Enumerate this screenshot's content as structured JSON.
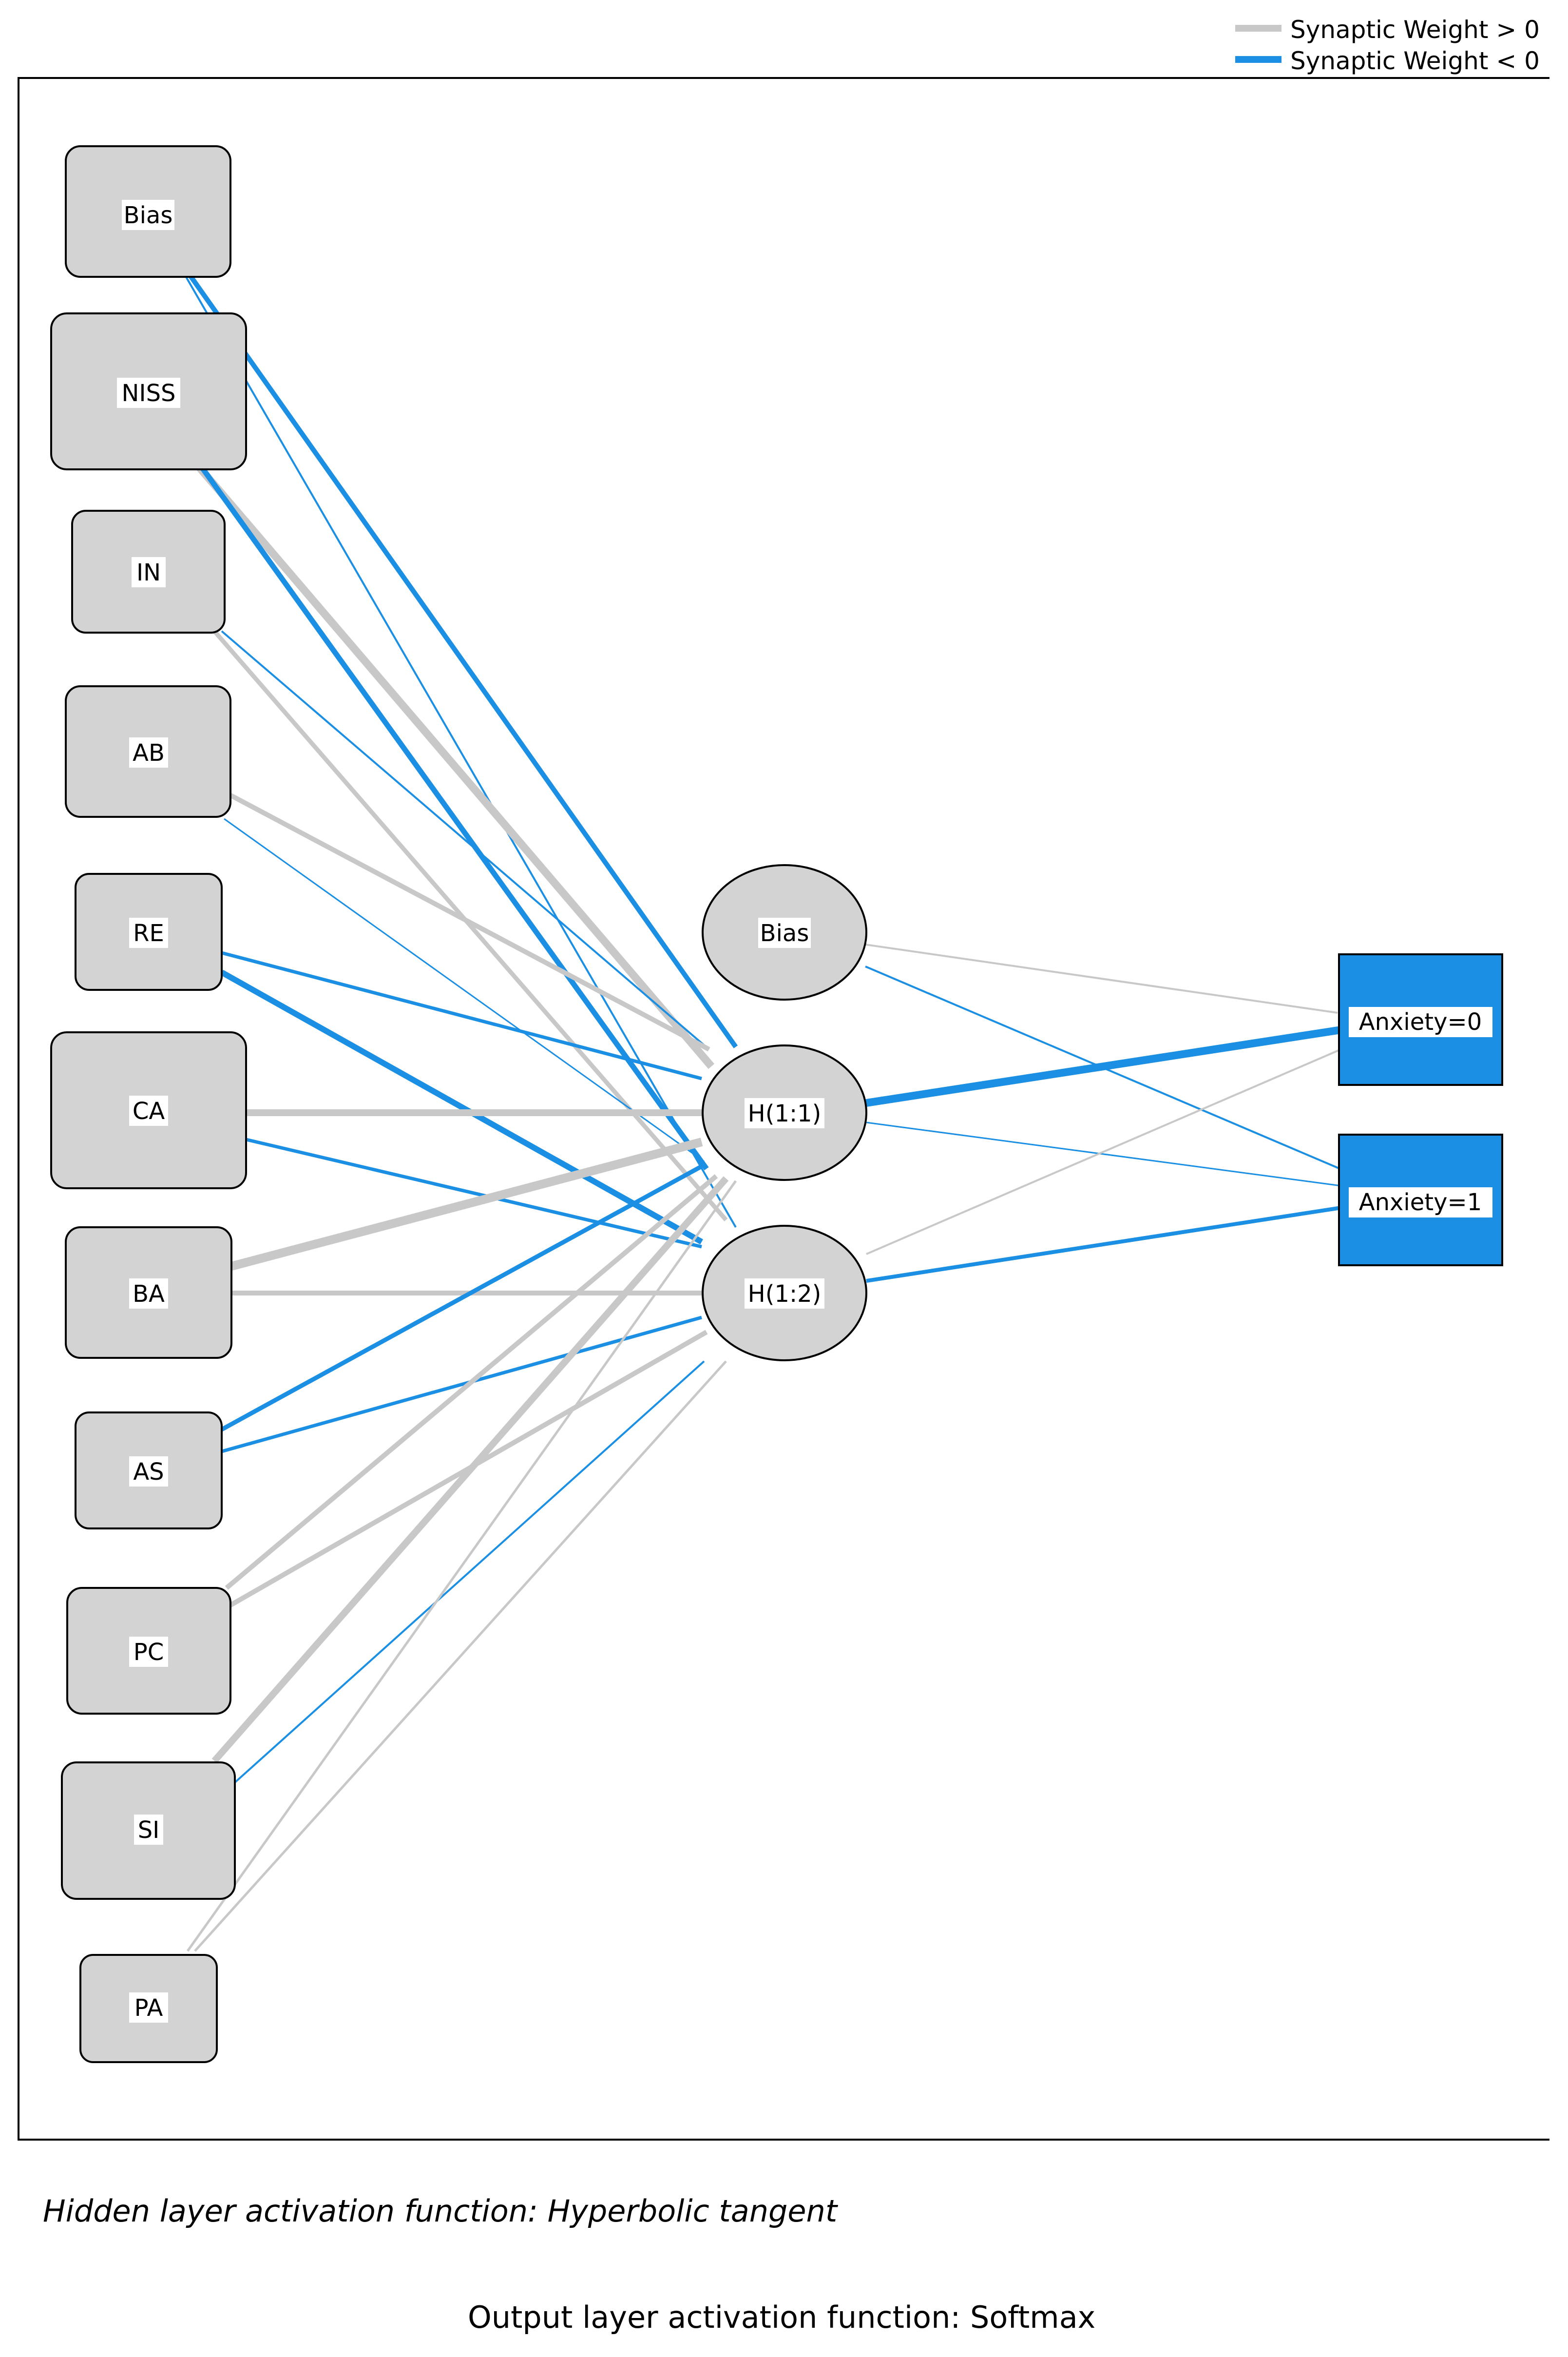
{
  "legend": {
    "positive_label": "Synaptic Weight > 0",
    "negative_label": "Synaptic Weight < 0",
    "positive_color": "#c8c8c8",
    "negative_color": "#1a8fe3"
  },
  "nodes": {
    "input": [
      "Bias",
      "NISS",
      "IN",
      "AB",
      "RE",
      "CA",
      "BA",
      "AS",
      "PC",
      "SI",
      "PA"
    ],
    "hidden": [
      "Bias",
      "H(1:1)",
      "H(1:2)"
    ],
    "output": [
      "Anxiety=0",
      "Anxiety=1"
    ]
  },
  "footer": {
    "hidden_activation": "Hidden layer activation function: Hyperbolic tangent",
    "output_activation": "Output layer activation function: Softmax"
  },
  "colors": {
    "node_fill": "#d3d3d3",
    "output_fill": "#1a8fe3",
    "positive_weight": "#c8c8c8",
    "negative_weight": "#1a8fe3"
  }
}
